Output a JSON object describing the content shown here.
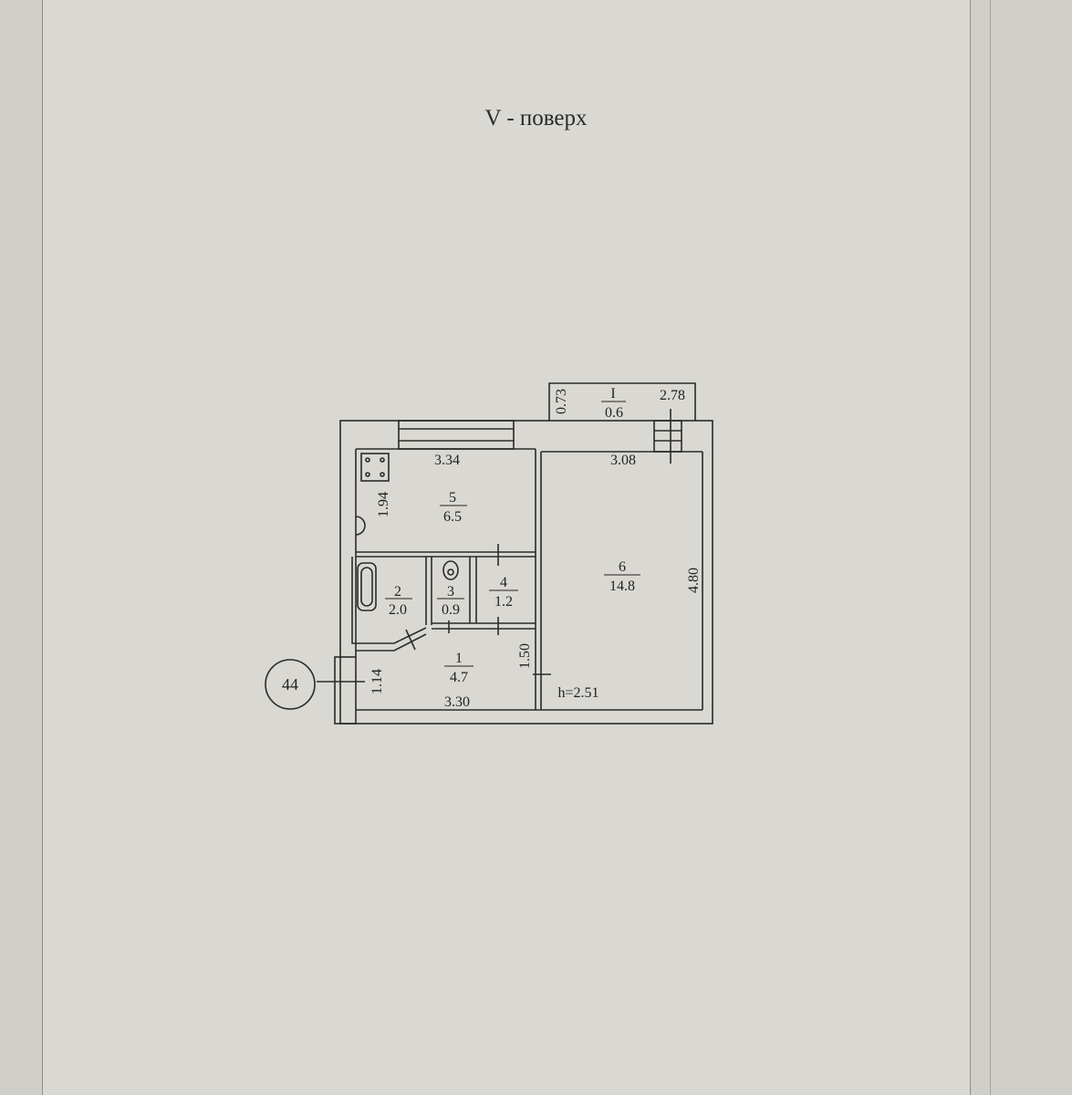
{
  "floor_title": "V - поверх",
  "apartment_number": "44",
  "ceiling_height": "h=2.51",
  "rooms": [
    {
      "number": "1",
      "area": "4.7"
    },
    {
      "number": "2",
      "area": "2.0"
    },
    {
      "number": "3",
      "area": "0.9"
    },
    {
      "number": "4",
      "area": "1.2"
    },
    {
      "number": "5",
      "area": "6.5"
    },
    {
      "number": "6",
      "area": "14.8"
    },
    {
      "number": "I",
      "area": "0.6"
    }
  ],
  "dimensions": {
    "balcony_depth": "0.73",
    "balcony_width": "2.78",
    "kitchen_width": "3.34",
    "kitchen_depth": "1.94",
    "room6_width": "3.08",
    "room6_depth": "4.80",
    "hall_depth": "1.50",
    "hall_width": "3.30",
    "entrance_width": "1.14"
  }
}
